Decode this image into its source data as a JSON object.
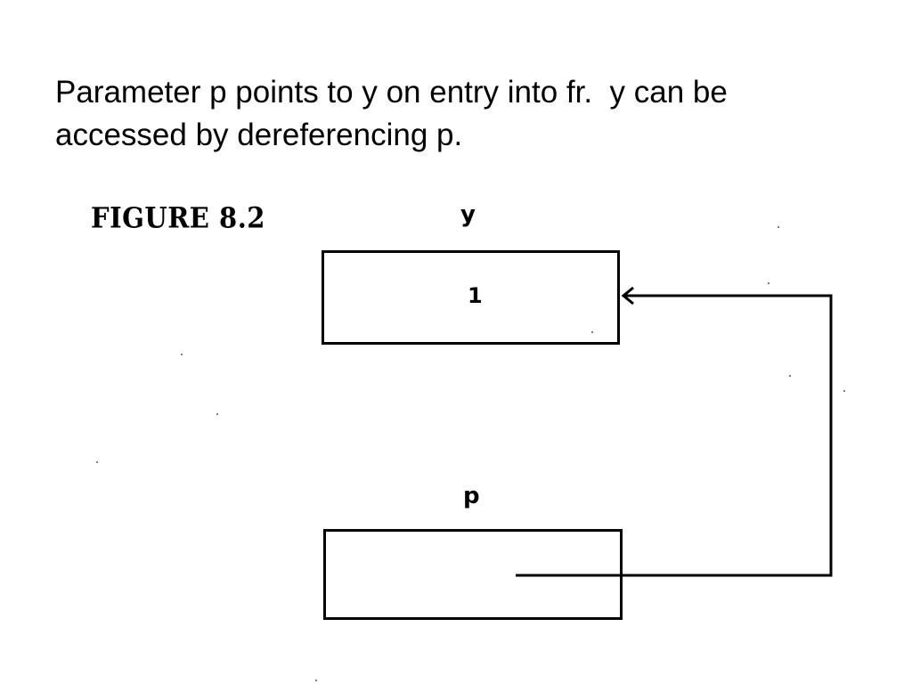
{
  "caption": {
    "line1": "Parameter p points to y on entry into fr.  y can be",
    "line2": "accessed by dereferencing p."
  },
  "figure": {
    "label": "FIGURE 8.2",
    "variables": [
      {
        "name": "y",
        "value": "1"
      },
      {
        "name": "p",
        "value": ""
      }
    ],
    "pointer": {
      "from": "p",
      "to": "y"
    }
  },
  "colors": {
    "background": "#ffffff",
    "ink": "#000000"
  }
}
